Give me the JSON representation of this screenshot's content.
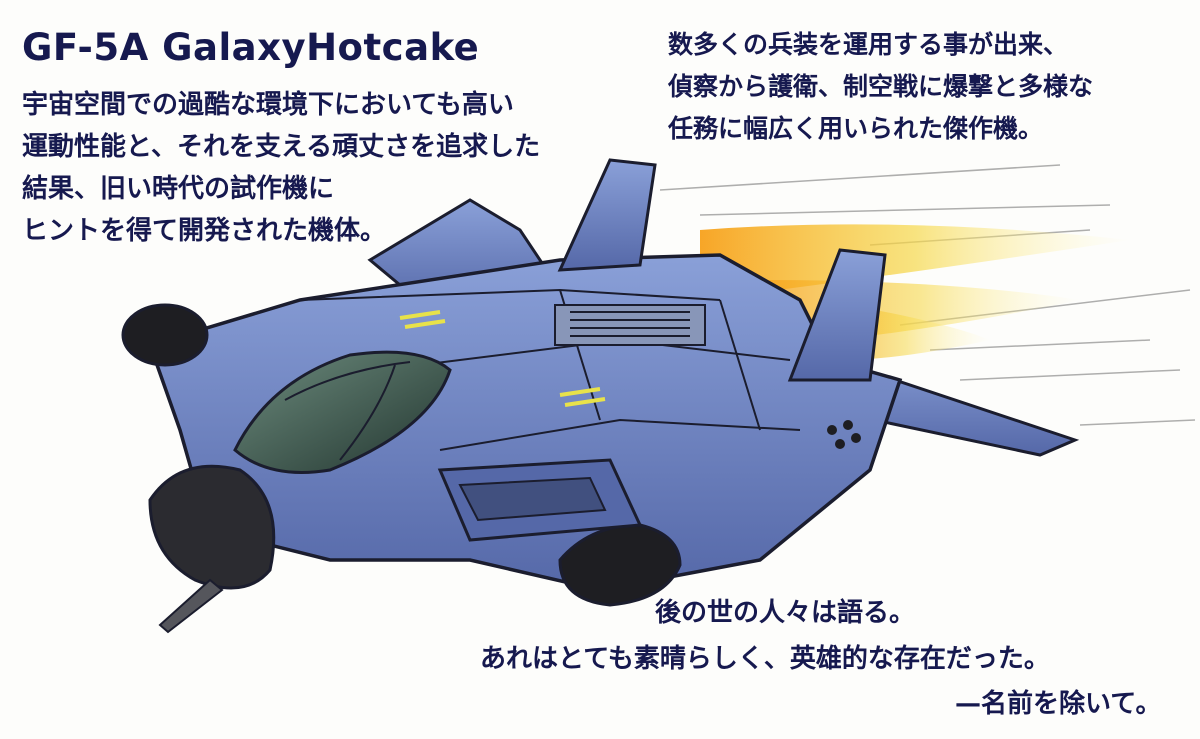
{
  "title": "GF-5A GalaxyHotcake",
  "description_left": [
    "宇宙空間での過酷な環境下においても高い",
    "運動性能と、それを支える頑丈さを追求した",
    "結果、旧い時代の試作機に",
    "ヒントを得て開発された機体。"
  ],
  "description_right": [
    "数多くの兵装を運用する事が出来、",
    "偵察から護衛、制空戦に爆撃と多様な",
    "任務に幅広く用いられた傑作機。"
  ],
  "closing": [
    "後の世の人々は語る。",
    "あれはとても素晴らしく、英雄的な存在だった。",
    "—名前を除いて。"
  ],
  "colors": {
    "text": "#16194f",
    "hull": "#6f87c4",
    "hull_dark": "#3e4f8c",
    "canopy": "#3f5f58",
    "thrust": "#f2c23a",
    "pod": "#1e1e22"
  }
}
